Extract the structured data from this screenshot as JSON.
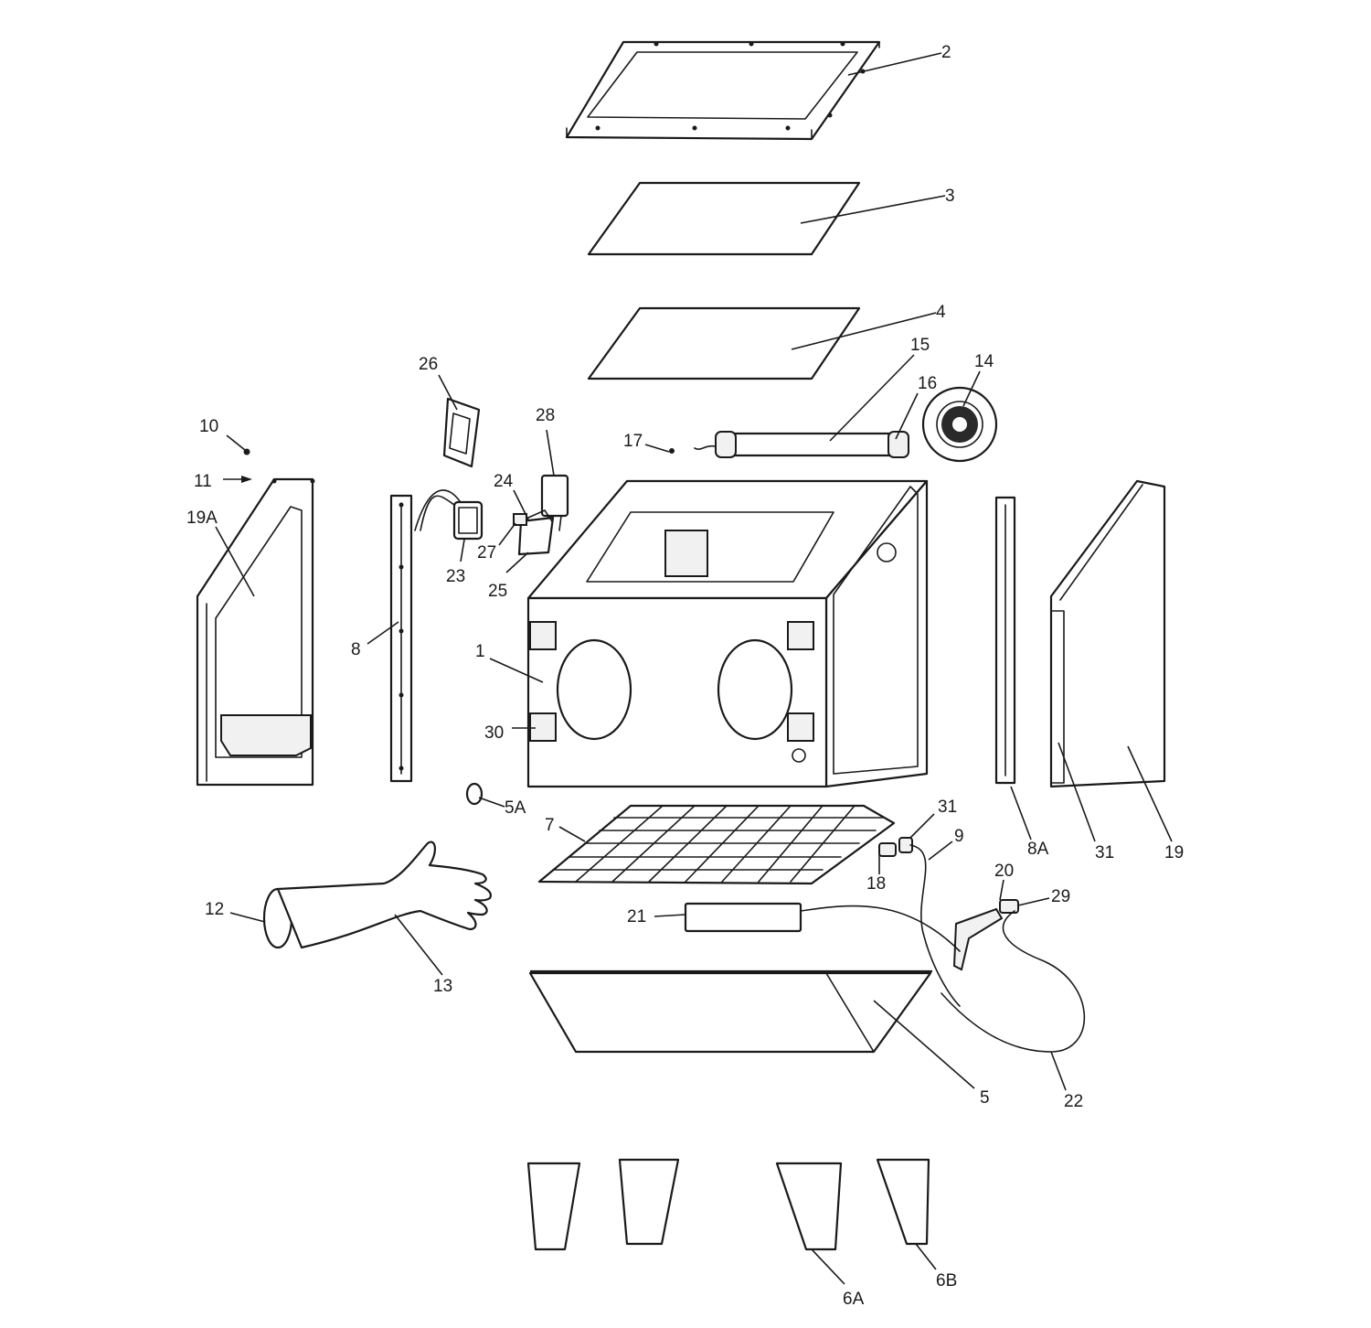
{
  "diagram": {
    "callouts": {
      "c2": "2",
      "c3": "3",
      "c4": "4",
      "c15": "15",
      "c14": "14",
      "c16": "16",
      "c26": "26",
      "c28": "28",
      "c17": "17",
      "c10": "10",
      "c11": "11",
      "c19A": "19A",
      "c24": "24",
      "c27": "27",
      "c23": "23",
      "c25": "25",
      "c8": "8",
      "c1": "1",
      "c30": "30",
      "c5A": "5A",
      "c7": "7",
      "c31a": "31",
      "c9": "9",
      "c8A": "8A",
      "c31b": "31",
      "c19": "19",
      "c18": "18",
      "c20": "20",
      "c29": "29",
      "c12": "12",
      "c21": "21",
      "c13": "13",
      "c5": "5",
      "c22": "22",
      "c6A": "6A",
      "c6B": "6B"
    }
  }
}
